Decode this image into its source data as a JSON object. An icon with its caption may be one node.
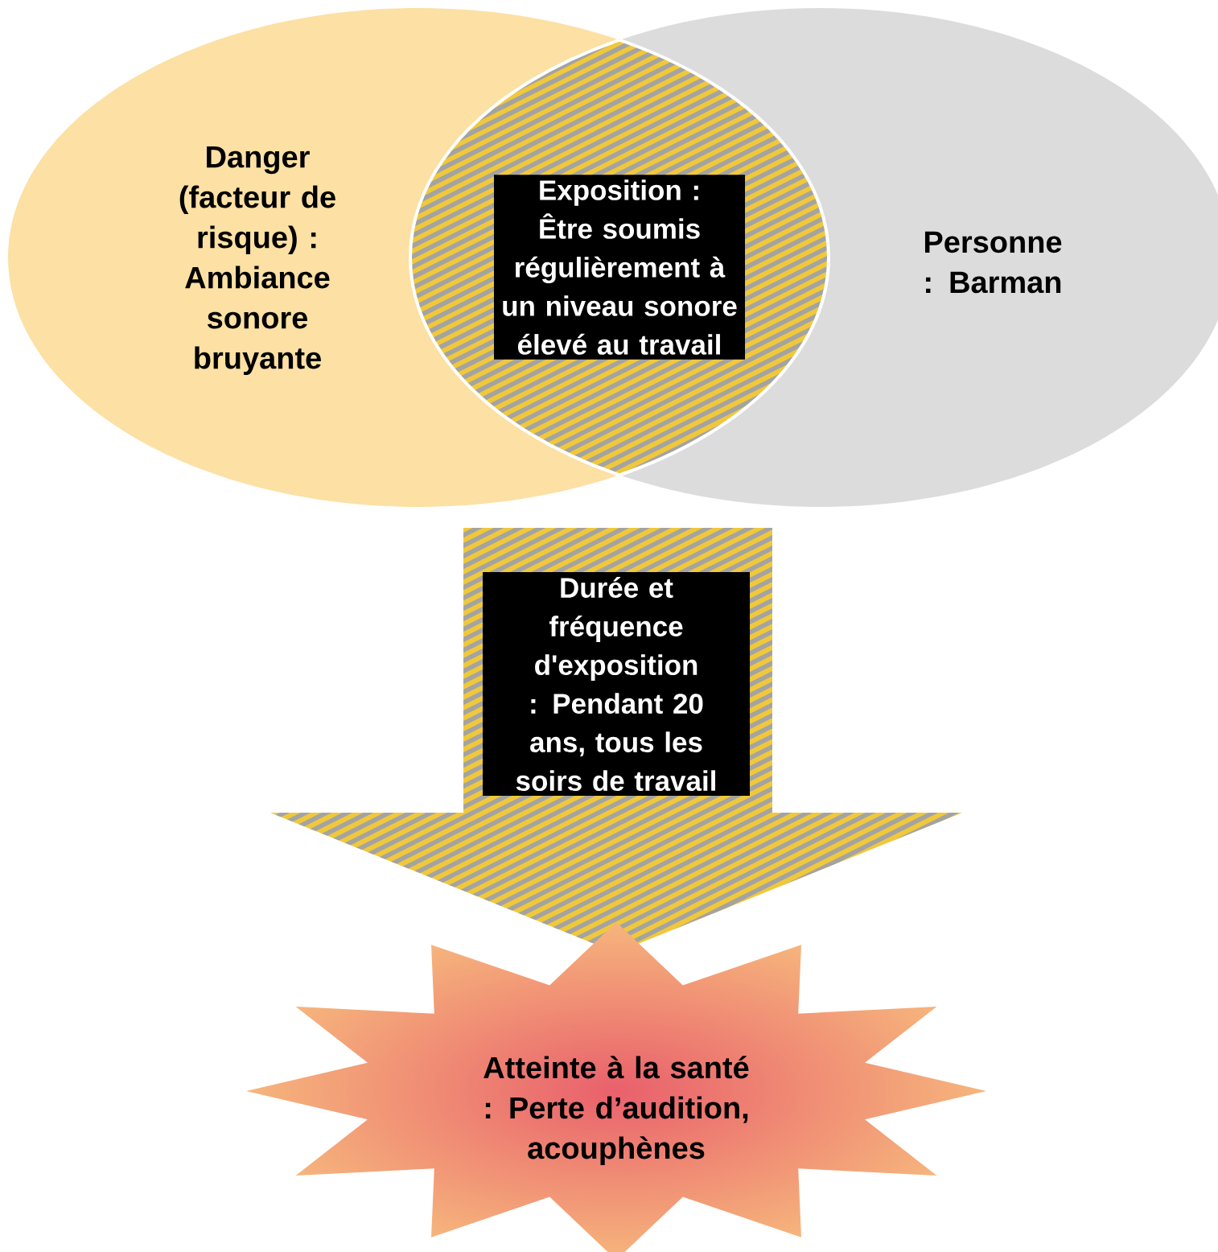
{
  "diagram": {
    "nodes": [
      {
        "text": [
          "Danger (facteur de risque) : Ambiance sonore bruyante"
        ]
      },
      {
        "text": [
          "Personne : Barman"
        ]
      },
      {
        "text": [
          "Exposition : Être soumis régulièrement à un niveau sonore élevé au travail"
        ]
      },
      {
        "text": [
          "Durée et fréquence d'exposition : Pendant 20 ans, tous les soirs de travail"
        ]
      },
      {
        "text": [
          "Atteinte à la santé : Perte d’audition, acouphènes"
        ]
      }
    ]
  }
}
